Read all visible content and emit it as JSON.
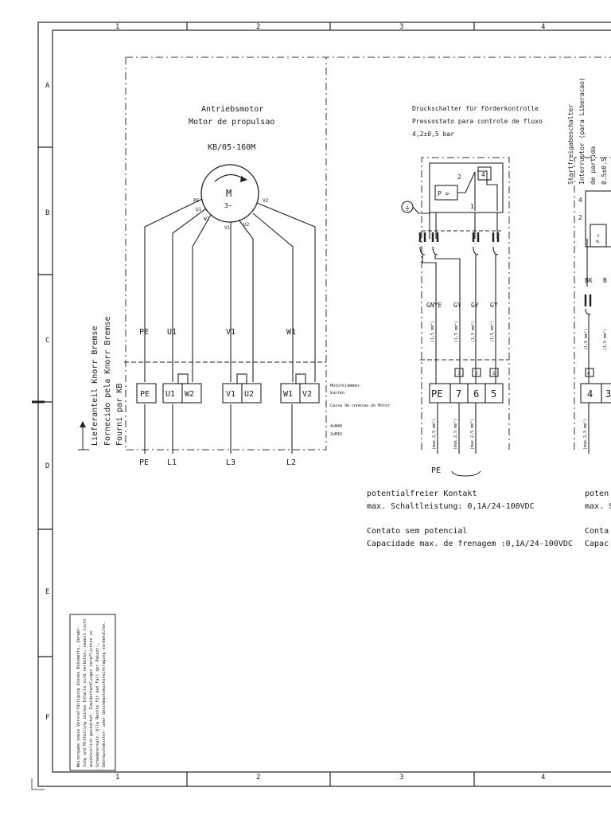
{
  "grid": {
    "cols": [
      "1",
      "2",
      "3",
      "4"
    ],
    "rows": [
      "A",
      "B",
      "C",
      "D",
      "E",
      "F"
    ]
  },
  "motor": {
    "title_de": "Antriebsmotor",
    "title_pt": "Motor de propulsao",
    "type": "KB/05-160M",
    "symbol": "M",
    "phase": "3~",
    "winding_labels": [
      "PE",
      "U1",
      "W2",
      "V1",
      "U2",
      "V2"
    ],
    "wire_labels": [
      "PE",
      "U1",
      "V1",
      "W1"
    ],
    "terminals": [
      "PE",
      "U1",
      "W2",
      "V1",
      "U2",
      "W1",
      "V2"
    ],
    "bottom_labels": [
      "PE",
      "L1",
      "L3",
      "L2"
    ],
    "terminal_box_de": "Motorklemmen-\nkasten",
    "terminal_box_pt": "Caixa de conexao do Motor",
    "cable_1": "4xM40",
    "cable_2": "2xM16"
  },
  "side_note": {
    "line1": "Lieferanteil Knorr Bremse",
    "line2": "Fornecido pela Knorr Bremse",
    "line3": "Fourni par KB"
  },
  "pressure_switch": {
    "title_de": "Druckschalter für Förderkontrolle",
    "title_pt": "Pressostato para controle de fluxo",
    "setting": "4,2±0,5 bar",
    "contact_labels": [
      "2",
      "4",
      "1"
    ],
    "p_symbol": "P >",
    "ground_symbol": "⏚",
    "wire_colors": [
      "GNYE",
      "GY",
      "GY",
      "GY"
    ],
    "wire_section": "(1,5 mm²)",
    "wire_numbers": [
      "7",
      "6",
      "5"
    ],
    "terminals": [
      "PE",
      "7",
      "6",
      "5"
    ],
    "max_section": "(max.2,5 mm²)",
    "pe_label": "PE",
    "note_de_1": "potentialfreier Kontakt",
    "note_de_2": "max. Schaltleistung: 0,1A/24-100VDC",
    "note_pt_1": "Contato sem potencial",
    "note_pt_2": "Capacidade max. de frenagem :0,1A/24-100VDC"
  },
  "start_switch": {
    "title_de": "Startfreigabeschalter",
    "title_pt": "Interruptor (para Liberacao)",
    "title_pt2": "de partida",
    "title_cut": "0.5±0.5",
    "contact_labels": [
      "4",
      "2"
    ],
    "p_symbol": "P >",
    "wire_colors": [
      "BK",
      "B"
    ],
    "wire_numbers": [
      "4"
    ],
    "terminals": [
      "4",
      "3"
    ],
    "note_cut_1": "poten",
    "note_cut_2": "max. S",
    "note_cut_3": "Conta",
    "note_cut_4": "Capac"
  },
  "legal_note": {
    "line1": "Weitergabe sowie Vervielfältigung dieses Dokuments, Verwer-",
    "line2": "tung und Mitteilung seines Inhalts sind verboten, soweit nicht",
    "line3": "ausdrücklich gestattet. Zuwiderhandlungen verpflichten zu",
    "line4": "Schadenersatz. Alle Rechte für den Fall der Patent-,",
    "line5": "Gebrauchsmuster- oder Geschmacksmustereintragung vorbehalten."
  }
}
